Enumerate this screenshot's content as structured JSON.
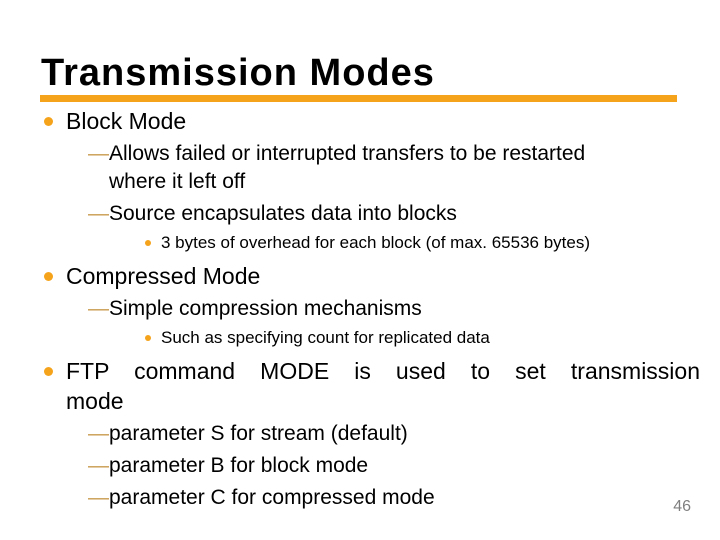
{
  "slide": {
    "title": "Transmission Modes",
    "page_number": "46",
    "colors": {
      "accent": "#F5A31B",
      "dash": "#C89B4E",
      "page_number": "#7F7F7F"
    },
    "markers": {
      "dash": "—"
    },
    "bullets": [
      {
        "level": 1,
        "text": "Block Mode"
      },
      {
        "level": 2,
        "text": "Allows failed or interrupted transfers to be restarted where it left off"
      },
      {
        "level": 2,
        "text": "Source encapsulates data into blocks"
      },
      {
        "level": 3,
        "text": "3 bytes of overhead for each block (of max. 65536 bytes)"
      },
      {
        "level": 1,
        "text": "Compressed Mode"
      },
      {
        "level": 2,
        "text": "Simple compression mechanisms"
      },
      {
        "level": 3,
        "text": "Such as specifying count for replicated data"
      },
      {
        "level": 1,
        "text": "FTP command MODE is used to set transmission mode",
        "justified": true
      },
      {
        "level": 2,
        "text": "parameter S for stream (default)"
      },
      {
        "level": 2,
        "text": "parameter B for block mode"
      },
      {
        "level": 2,
        "text": "parameter C for compressed mode"
      }
    ]
  }
}
